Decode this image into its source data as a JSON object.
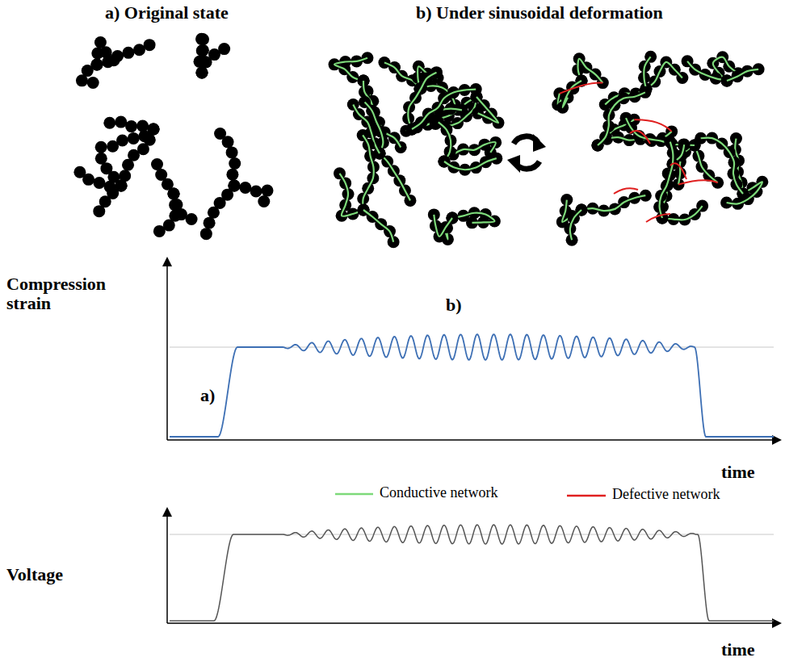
{
  "diagram": {
    "labels": [
      "a) Original state",
      "b) Under sinusoidal deformation",
      "Compression strain",
      "b)",
      "a)",
      "time",
      "Voltage",
      "time"
    ],
    "legend": [
      {
        "text": "Conductive network"
      },
      {
        "text": "Defective network"
      }
    ]
  }
}
